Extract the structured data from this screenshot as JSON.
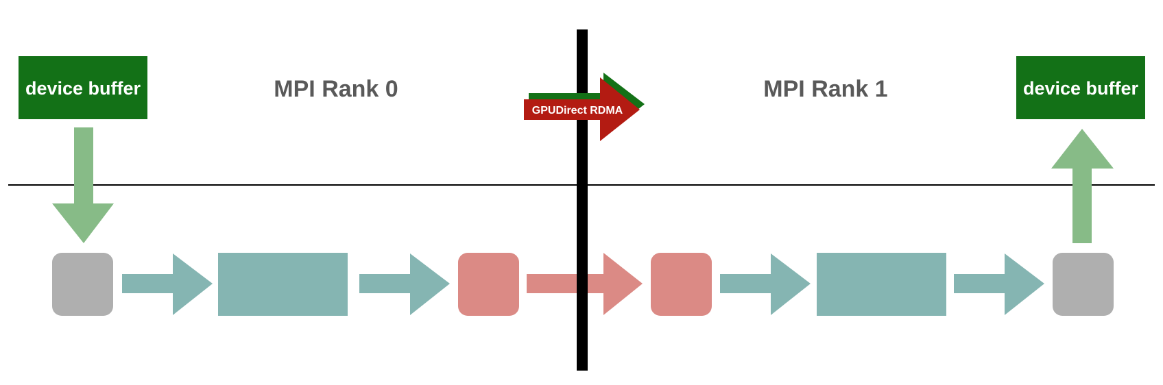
{
  "labels": {
    "rank0": "MPI Rank 0",
    "rank1": "MPI Rank 1",
    "buffer_left": "device buffer",
    "buffer_right": "device buffer",
    "rdma": "GPUDirect RDMA"
  },
  "colors": {
    "buffer_green": "#137117",
    "rank_text": "#595959",
    "host_arrow": "#87bb87",
    "gray_block": "#afafaf",
    "teal": "#85b5b2",
    "pink": "#db8a85",
    "rdma_red": "#b31b12",
    "rdma_green": "#137117",
    "divider": "#000000"
  }
}
